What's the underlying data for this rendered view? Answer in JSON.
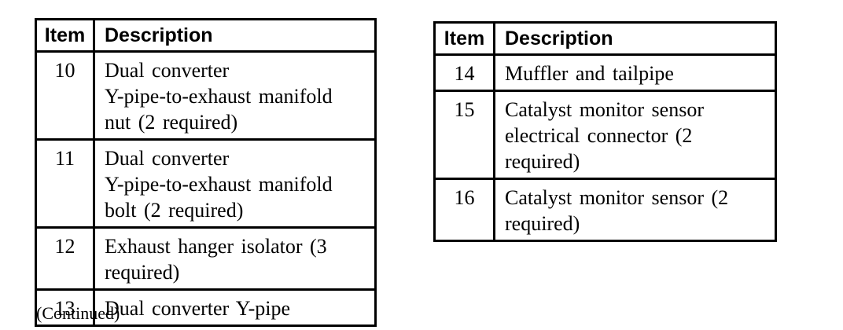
{
  "page": {
    "background_color": "#ffffff",
    "text_color": "#000000",
    "border_color": "#000000"
  },
  "continued_note": "(Continued)",
  "tables": [
    {
      "name": "left-parts-table",
      "headers": {
        "item": "Item",
        "description": "Description"
      },
      "rows": [
        {
          "item": "10",
          "description": "Dual converter\nY-pipe-to-exhaust manifold\nnut (2 required)"
        },
        {
          "item": "11",
          "description": "Dual converter\nY-pipe-to-exhaust manifold\nbolt (2 required)"
        },
        {
          "item": "12",
          "description": "Exhaust hanger isolator (3\nrequired)"
        },
        {
          "item": "13",
          "description": "Dual converter Y-pipe"
        }
      ]
    },
    {
      "name": "right-parts-table",
      "headers": {
        "item": "Item",
        "description": "Description"
      },
      "rows": [
        {
          "item": "14",
          "description": "Muffler and tailpipe"
        },
        {
          "item": "15",
          "description": "Catalyst monitor sensor\nelectrical connector (2\nrequired)"
        },
        {
          "item": "16",
          "description": "Catalyst monitor sensor (2\nrequired)"
        }
      ]
    }
  ]
}
